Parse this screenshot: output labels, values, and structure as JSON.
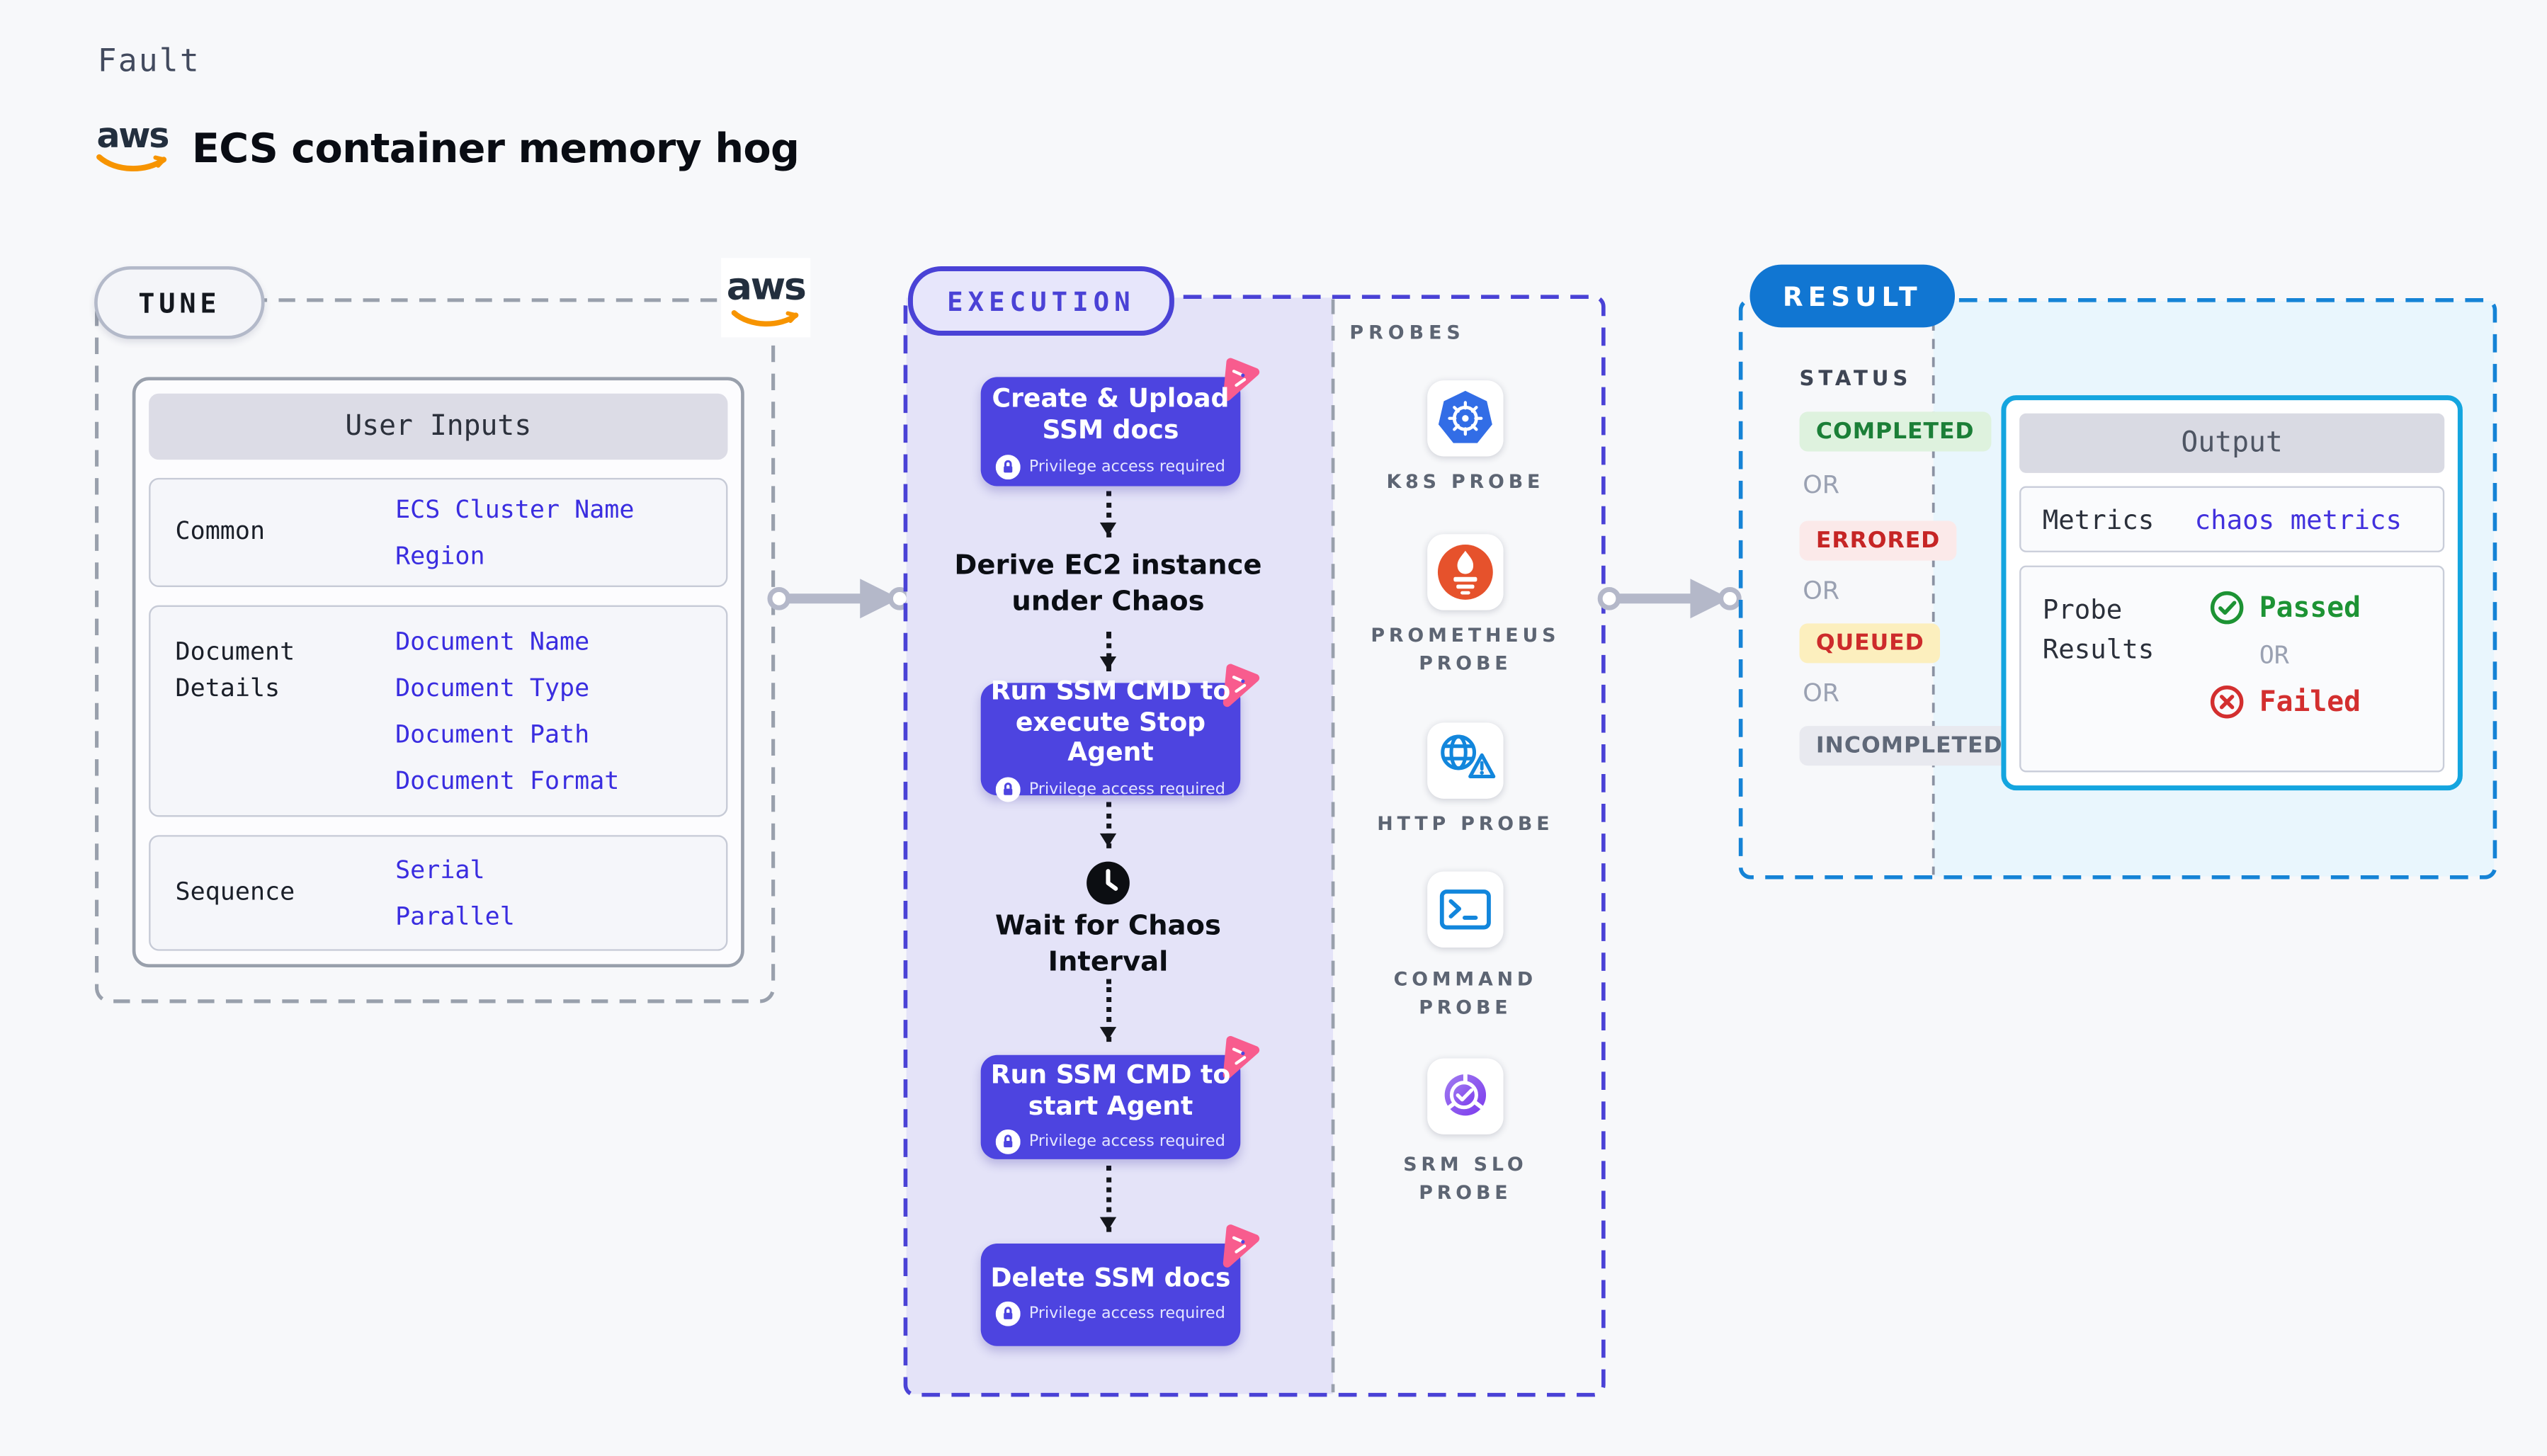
{
  "header": {
    "fault_label": "Fault",
    "aws_logo_text": "aws",
    "title": "ECS container memory hog"
  },
  "tune": {
    "pill": "TUNE",
    "user_inputs": {
      "title": "User Inputs",
      "rows": [
        {
          "label": "Common",
          "values": [
            "ECS Cluster Name",
            "Region"
          ]
        },
        {
          "label": "Document Details",
          "values": [
            "Document Name",
            "Document Type",
            "Document Path",
            "Document Format"
          ]
        },
        {
          "label": "Sequence",
          "values": [
            "Serial",
            "Parallel"
          ]
        }
      ]
    }
  },
  "execution": {
    "pill": "EXECUTION",
    "privilege_label": "Privilege access required",
    "steps": [
      {
        "type": "button",
        "lines": [
          "Create & Upload",
          "SSM docs"
        ]
      },
      {
        "type": "text",
        "lines": [
          "Derive EC2 instance",
          "under Chaos"
        ]
      },
      {
        "type": "button",
        "lines": [
          "Run SSM CMD to",
          "execute Stop Agent"
        ]
      },
      {
        "type": "wait",
        "lines": [
          "Wait for Chaos",
          "Interval"
        ]
      },
      {
        "type": "button",
        "lines": [
          "Run SSM CMD to",
          "start Agent"
        ]
      },
      {
        "type": "button",
        "lines": [
          "Delete SSM docs"
        ]
      }
    ]
  },
  "probes": {
    "label": "PROBES",
    "items": [
      {
        "icon": "kubernetes-icon",
        "lines": [
          "K8S PROBE"
        ]
      },
      {
        "icon": "prometheus-icon",
        "lines": [
          "PROMETHEUS",
          "PROBE"
        ]
      },
      {
        "icon": "http-icon",
        "lines": [
          "HTTP PROBE"
        ]
      },
      {
        "icon": "command-icon",
        "lines": [
          "COMMAND",
          "PROBE"
        ]
      },
      {
        "icon": "srm-slo-icon",
        "lines": [
          "SRM SLO",
          "PROBE"
        ]
      }
    ]
  },
  "result": {
    "pill": "RESULT",
    "status_label": "STATUS",
    "or_label": "OR",
    "statuses": [
      {
        "label": "COMPLETED"
      },
      {
        "label": "ERRORED"
      },
      {
        "label": "QUEUED"
      },
      {
        "label": "INCOMPLETED"
      }
    ],
    "output": {
      "title": "Output",
      "metrics_label": "Metrics",
      "metrics_value": "chaos metrics",
      "probe_results_label": "Probe Results",
      "passed": "Passed",
      "failed": "Failed"
    }
  },
  "colors": {
    "page_bg": "#f7f8fa",
    "execution_accent": "#4a42d6",
    "execution_fill": "#e4e3f8",
    "step_button": "#4d44e0",
    "pink_badge": "#f85c8e",
    "result_blue": "#1176d2",
    "result_dash": "#1583d6",
    "output_border": "#14a5df",
    "output_fill": "#e9f6fd",
    "value_blue": "#3a2de0",
    "completed_green": "#1b7f37",
    "errored_red": "#c62525",
    "queued_yellow": "#fcefbe",
    "passed_green": "#1d9334",
    "failed_red": "#d32f2f",
    "aws_orange": "#f79400",
    "kubernetes_blue": "#326de6",
    "prometheus_orange": "#e6522c"
  }
}
